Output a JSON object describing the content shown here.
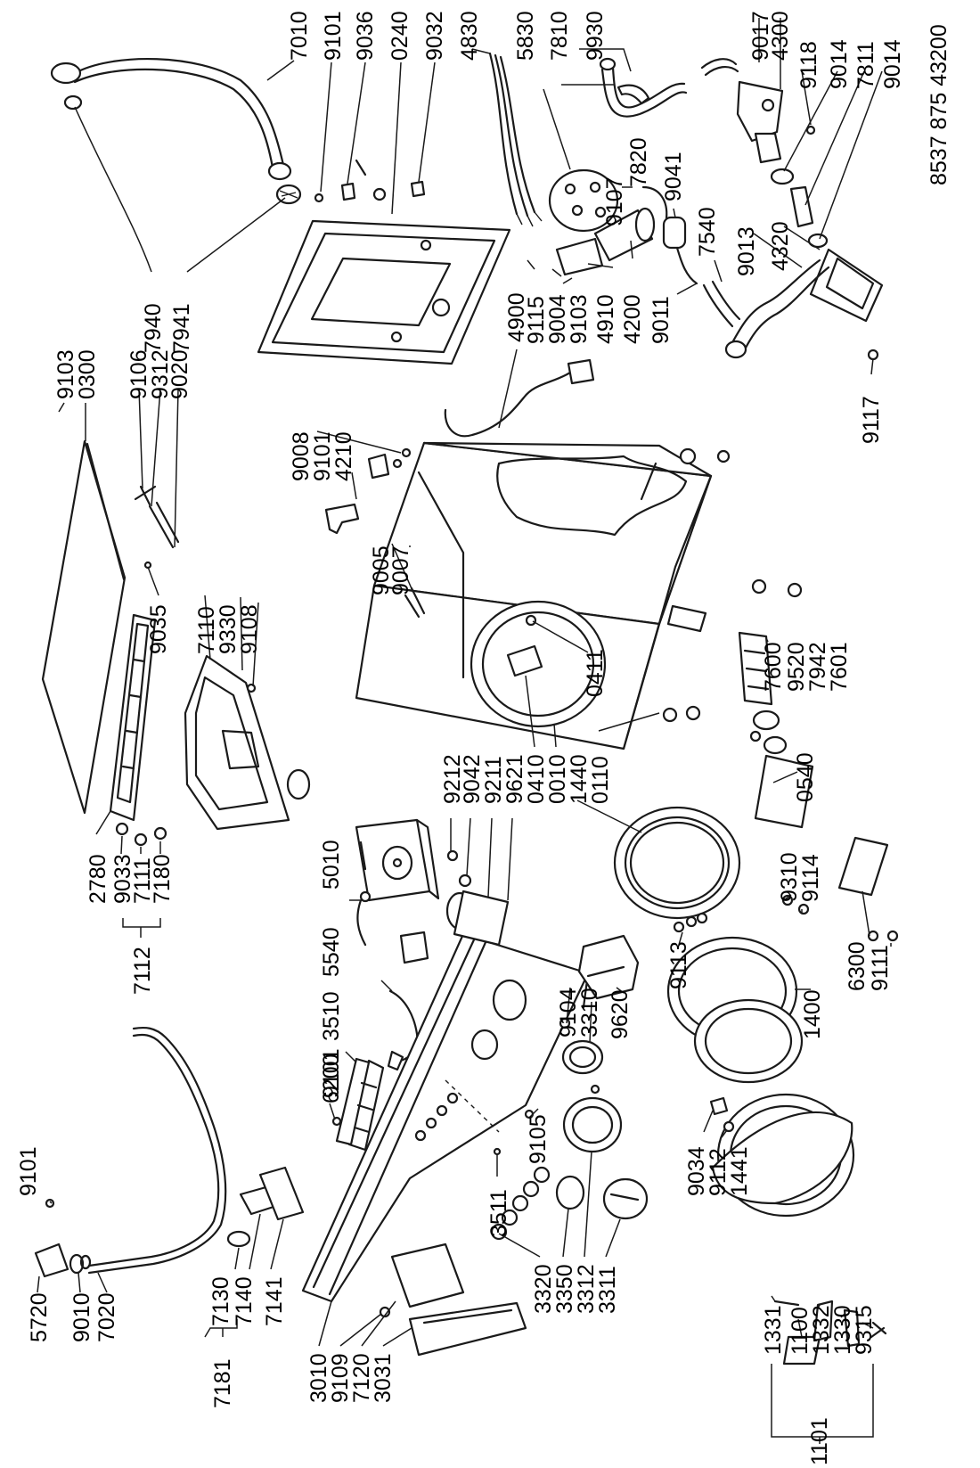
{
  "document_number": "8537 875 43200",
  "labels": {
    "L7010": "7010",
    "L9101a": "9101",
    "L9036": "9036",
    "L0240": "0240",
    "L9032": "9032",
    "L4830": "4830",
    "L5830": "5830",
    "L7810": "7810",
    "L9930": "9930",
    "L9017": "9017",
    "L4300": "4300",
    "L9118": "9118",
    "L9014a": "9014",
    "L7811": "7811",
    "L9014b": "9014",
    "L9107": "9107",
    "L7820": "7820",
    "L9041": "9041",
    "L7540": "7540",
    "L9013": "9013",
    "L4320": "4320",
    "L7940": "7940",
    "L7941": "7941",
    "L9115": "9115",
    "L9004": "9004",
    "L9103b": "9103",
    "L4910": "4910",
    "L4200": "4200",
    "L9011": "9011",
    "L4900": "4900",
    "L9117": "9117",
    "L9103a": "9103",
    "L0300": "0300",
    "L9106": "9106",
    "L9312": "9312",
    "L9020": "9020",
    "L9008": "9008",
    "L9101b": "9101",
    "L4210": "4210",
    "L9005": "9005",
    "L9007": "9007",
    "L9035": "9035",
    "L7110": "7110",
    "L9330": "9330",
    "L9108": "9108",
    "L7600": "7600",
    "L9520": "9520",
    "L7942": "7942",
    "L7601": "7601",
    "L0411": "0411",
    "L2780": "2780",
    "L9033": "9033",
    "L7111": "7111",
    "L7180": "7180",
    "L7112": "7112",
    "L5010": "5010",
    "L9212": "9212",
    "L9042": "9042",
    "L9211": "9211",
    "L9621": "9621",
    "L0410": "0410",
    "L0010": "0010",
    "L1440": "1440",
    "L0110": "0110",
    "L0540": "0540",
    "L5540": "5540",
    "L3510": "3510",
    "L6200": "6200",
    "L9310": "9310",
    "L9114": "9114",
    "L9620": "9620",
    "L9104": "9104",
    "L3310": "3310",
    "L9113": "9113",
    "L1400": "1400",
    "L6300": "6300",
    "L9111": "9111",
    "L9101c": "9101",
    "L9105": "9105",
    "L9034": "9034",
    "L9112": "9112",
    "L1441": "1441",
    "L5720": "5720",
    "L9010": "9010",
    "L7020": "7020",
    "L9101d": "9101",
    "L7181": "7181",
    "L7130": "7130",
    "L7140": "7140",
    "L7141": "7141",
    "L3511": "3511",
    "L3010": "3010",
    "L9109": "9109",
    "L7120": "7120",
    "L3031": "3031",
    "L3320": "3320",
    "L3350": "3350",
    "L3312": "3312",
    "L3311": "3311",
    "L1331": "1331",
    "L1100": "1100",
    "L1332": "1332",
    "L1330": "1330",
    "L9315": "9315",
    "L1101": "1101"
  }
}
